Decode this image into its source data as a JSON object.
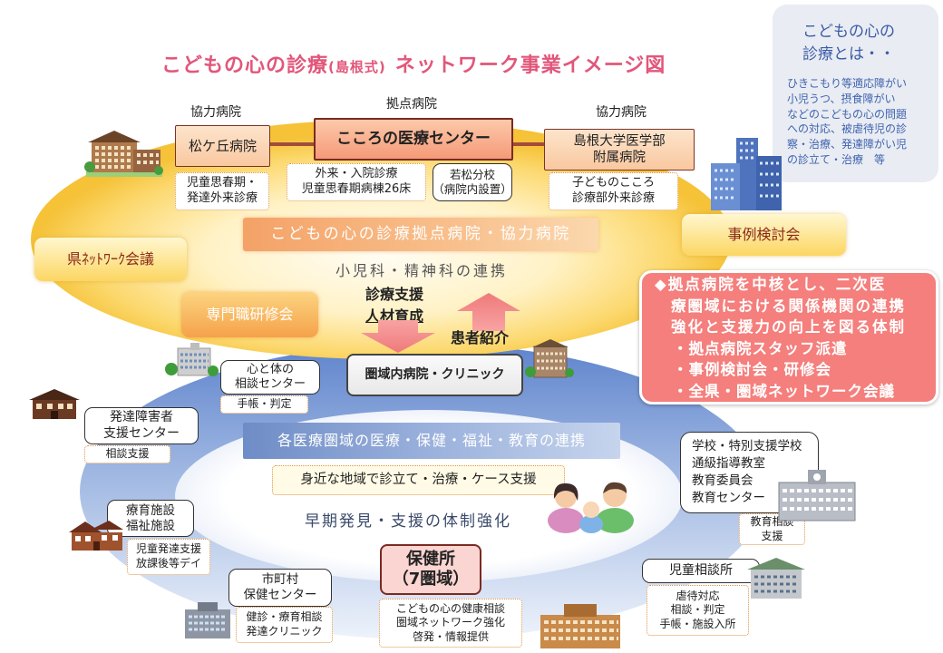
{
  "title": {
    "part1": "こどもの心の診療",
    "part2": "(島根式)",
    "part3": "ネットワーク事業イメージ図"
  },
  "about": {
    "heading": [
      "こどもの心の",
      "診療とは・・"
    ],
    "lines": [
      "ひきこもり等適応障がい",
      "小児うつ、摂食障がい",
      "などのこどもの心の問題",
      "への対応、被虐待児の診",
      "察・治療、発達障がい児",
      "の診立て・治療　等"
    ]
  },
  "hospitals": {
    "left": {
      "label": "協力病院",
      "name": "松ケ丘病院",
      "services": [
        "児童思春期・",
        "発達外来診療"
      ]
    },
    "center": {
      "label": "拠点病院",
      "name": "こころの医療センター",
      "services": [
        "外来・入院診療",
        "児童思春期病棟26床"
      ],
      "school": [
        "若松分校",
        "（病院内設置）"
      ]
    },
    "right": {
      "label": "協力病院",
      "name": [
        "島根大学医学部",
        "附属病院"
      ],
      "services": [
        "子どものこころ",
        "診療部外来診療"
      ]
    }
  },
  "core_banner": "こどもの心の診療拠点病院・協力病院",
  "core_caption": "小児科・精神科の連携",
  "meetings": {
    "prefectural": "県ﾈｯﾄﾜｰｸ会議",
    "case_review": "事例検討会",
    "training": "専門職研修会"
  },
  "support": {
    "down": [
      "診療支援",
      "人材育成"
    ],
    "up": "患者紹介"
  },
  "system": {
    "lead": [
      "◆拠点病院を中核とし、二次医",
      "療圏域における関係機関の連携",
      "強化と支援力の向上を図る体制"
    ],
    "items": [
      "・拠点病院スタッフ派遣",
      "・事例検討会・研修会",
      "・全県・圏域ネットワーク会議"
    ]
  },
  "regional_clinic": "圏域内病院・クリニック",
  "regional_banner": "各医療圏域の医療・保健・福祉・教育の連携",
  "local_support": "身近な地域で診立て・治療・ケース支援",
  "early_caption": "早期発見・支援の体制強化",
  "agencies": {
    "mind_body": {
      "name": [
        "心と体の",
        "相談センター"
      ],
      "role": [
        "手帳・判定"
      ]
    },
    "developmental": {
      "name": [
        "発達障害者",
        "支援センター"
      ],
      "role": [
        "相談支援"
      ]
    },
    "welfare": {
      "name": [
        "療育施設",
        "福祉施設"
      ],
      "role": [
        "児童発達支援",
        "放課後等デイ"
      ]
    },
    "municipal": {
      "name": [
        "市町村",
        "保健センター"
      ],
      "role": [
        "健診・療育相談",
        "発達クリニック"
      ]
    },
    "health_center": {
      "name": [
        "保健所",
        "（7圏域）"
      ],
      "role": [
        "こどもの心の健康相談",
        "圏域ネットワーク強化",
        "啓発・情報提供"
      ]
    },
    "child_guidance": {
      "name": [
        "児童相談所"
      ],
      "role": [
        "虐待対応",
        "相談・判定",
        "手帳・施設入所"
      ]
    },
    "education": {
      "name": [
        "学校・特別支援学校",
        "通級指導教室",
        "教育委員会",
        "教育センター"
      ],
      "role": [
        "教育相談",
        "支援"
      ]
    }
  },
  "icons": {
    "building": "building-icon",
    "house": "house-icon",
    "family": "family-icon",
    "down_arrow": "arrow-down-icon",
    "up_arrow": "arrow-up-icon"
  },
  "colors": {
    "title": "#e2567a",
    "yellow_ring": "#f5c238",
    "blue_ring": "#5f84cd",
    "system_box": "#f47f7d",
    "core_banner": "#f4a267",
    "regional_banner": "#6e8cc6",
    "health_center": "#fbd5d2"
  }
}
